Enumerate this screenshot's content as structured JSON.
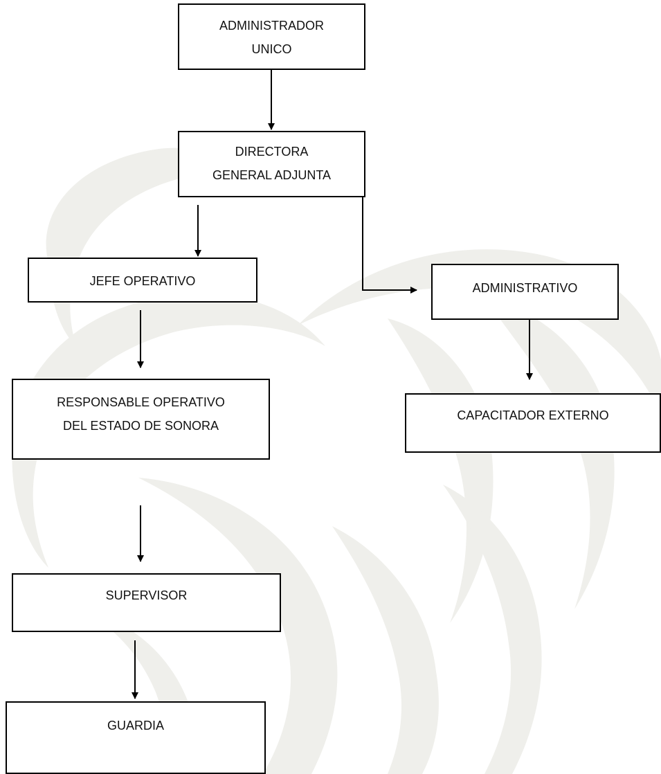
{
  "colors": {
    "line": "#000000",
    "box_border": "#000000",
    "watermark": "#efefeb"
  },
  "watermark": {
    "icon": "griffin-watermark-icon"
  },
  "nodes": {
    "admin_unico": {
      "line1": "ADMINISTRADOR",
      "line2": "UNICO"
    },
    "directora": {
      "line1": "DIRECTORA",
      "line2": "GENERAL ADJUNTA"
    },
    "jefe_operativo": {
      "line1": "JEFE OPERATIVO"
    },
    "administrativo": {
      "line1": "ADMINISTRATIVO"
    },
    "responsable": {
      "line1": "RESPONSABLE OPERATIVO",
      "line2": "DEL ESTADO DE SONORA"
    },
    "capacitador": {
      "line1": "CAPACITADOR EXTERNO"
    },
    "supervisor": {
      "line1": "SUPERVISOR"
    },
    "guardia": {
      "line1": "GUARDIA"
    }
  }
}
